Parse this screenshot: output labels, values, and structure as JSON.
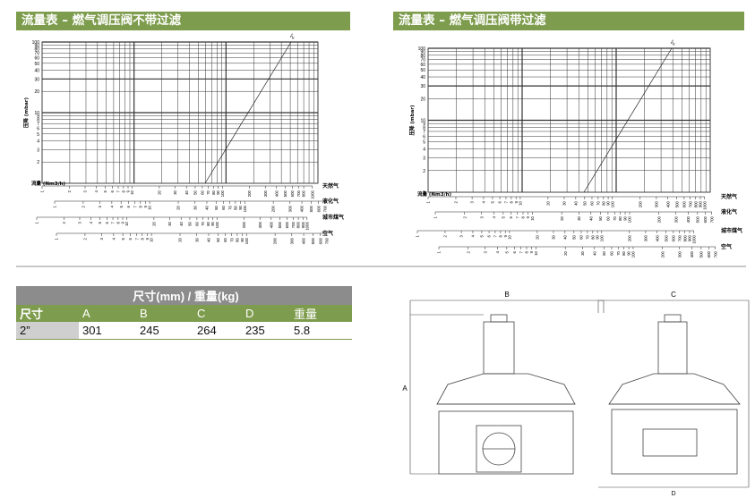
{
  "charts": [
    {
      "title": "流量表 – 燃气调压阀不带过滤",
      "ylabel": "压降 (mbar)",
      "xlabel": "流量 (Nm3/h)",
      "y_ticks": [
        "1",
        "2",
        "3",
        "4",
        "5",
        "6",
        "7",
        "8",
        "9",
        "10",
        "20",
        "30",
        "40",
        "50",
        "60",
        "70",
        "80",
        "90",
        "100"
      ],
      "line_label": "2\"",
      "scales": [
        {
          "label": "天然气",
          "ticks": [
            "1",
            "2",
            "3",
            "4",
            "5",
            "6",
            "7",
            "8",
            "9",
            "10",
            "20",
            "30",
            "40",
            "50",
            "60",
            "70",
            "80",
            "90",
            "100",
            "200",
            "300",
            "400",
            "500",
            "600",
            "700",
            "800",
            "1000"
          ]
        },
        {
          "label": "液化气",
          "ticks": [
            "1",
            "2",
            "3",
            "4",
            "5",
            "6",
            "7",
            "8",
            "9",
            "10",
            "20",
            "30",
            "40",
            "50",
            "60",
            "70",
            "80",
            "90",
            "100",
            "200",
            "300",
            "400",
            "500",
            "600",
            "700"
          ]
        },
        {
          "label": "城市煤气",
          "ticks": [
            "1",
            "2",
            "3",
            "4",
            "5",
            "6",
            "7",
            "8",
            "9",
            "10",
            "20",
            "30",
            "40",
            "50",
            "60",
            "70",
            "80",
            "90",
            "100",
            "200",
            "300",
            "400",
            "500",
            "600",
            "700",
            "800",
            "900",
            "1000"
          ]
        },
        {
          "label": "空气",
          "ticks": [
            "1",
            "2",
            "3",
            "4",
            "5",
            "6",
            "7",
            "8",
            "9",
            "10",
            "20",
            "30",
            "40",
            "50",
            "60",
            "70",
            "80",
            "90",
            "100",
            "200",
            "300",
            "400",
            "500",
            "600",
            "700"
          ]
        }
      ]
    },
    {
      "title": "流量表 – 燃气调压阀带过滤",
      "ylabel": "压降 (mbar)",
      "xlabel": "流量 (Nm3/h)",
      "y_ticks": [
        "1",
        "2",
        "3",
        "4",
        "5",
        "6",
        "7",
        "8",
        "9",
        "10",
        "20",
        "30",
        "40",
        "50",
        "60",
        "70",
        "80",
        "90",
        "100"
      ],
      "line_label": "2\"",
      "scales": [
        {
          "label": "天然气",
          "ticks": [
            "1",
            "2",
            "3",
            "4",
            "5",
            "6",
            "7",
            "8",
            "9",
            "10",
            "20",
            "30",
            "40",
            "50",
            "60",
            "70",
            "80",
            "90",
            "100",
            "200",
            "300",
            "400",
            "500",
            "600",
            "700",
            "800",
            "900",
            "1000"
          ]
        },
        {
          "label": "液化气",
          "ticks": [
            "1",
            "2",
            "3",
            "4",
            "5",
            "6",
            "7",
            "8",
            "9",
            "10",
            "20",
            "30",
            "40",
            "50",
            "60",
            "70",
            "80",
            "90",
            "100",
            "200",
            "300",
            "400",
            "500",
            "600",
            "700"
          ]
        },
        {
          "label": "城市煤气",
          "ticks": [
            "1",
            "2",
            "3",
            "4",
            "5",
            "6",
            "7",
            "8",
            "9",
            "10",
            "20",
            "30",
            "40",
            "50",
            "60",
            "70",
            "80",
            "90",
            "100",
            "200",
            "300",
            "400",
            "500",
            "600",
            "700",
            "800",
            "900",
            "1000"
          ]
        },
        {
          "label": "空气",
          "ticks": [
            "1",
            "2",
            "3",
            "4",
            "5",
            "6",
            "7",
            "8",
            "9",
            "10",
            "20",
            "30",
            "40",
            "50",
            "60",
            "70",
            "80",
            "90",
            "100",
            "200",
            "300",
            "400",
            "500",
            "600",
            "700"
          ]
        }
      ]
    }
  ],
  "dims_table": {
    "title": "尺寸(mm) / 重量(kg)",
    "headers": [
      "尺寸",
      "A",
      "B",
      "C",
      "D",
      "重量"
    ],
    "rows": [
      [
        "2”",
        "301",
        "245",
        "264",
        "235",
        "5.8"
      ]
    ]
  },
  "drawing": {
    "label_a": "A",
    "label_b": "B",
    "label_c": "C",
    "label_d": "D"
  },
  "colors": {
    "accent": "#7e9c4d",
    "table_header": "#8c8c8c"
  }
}
